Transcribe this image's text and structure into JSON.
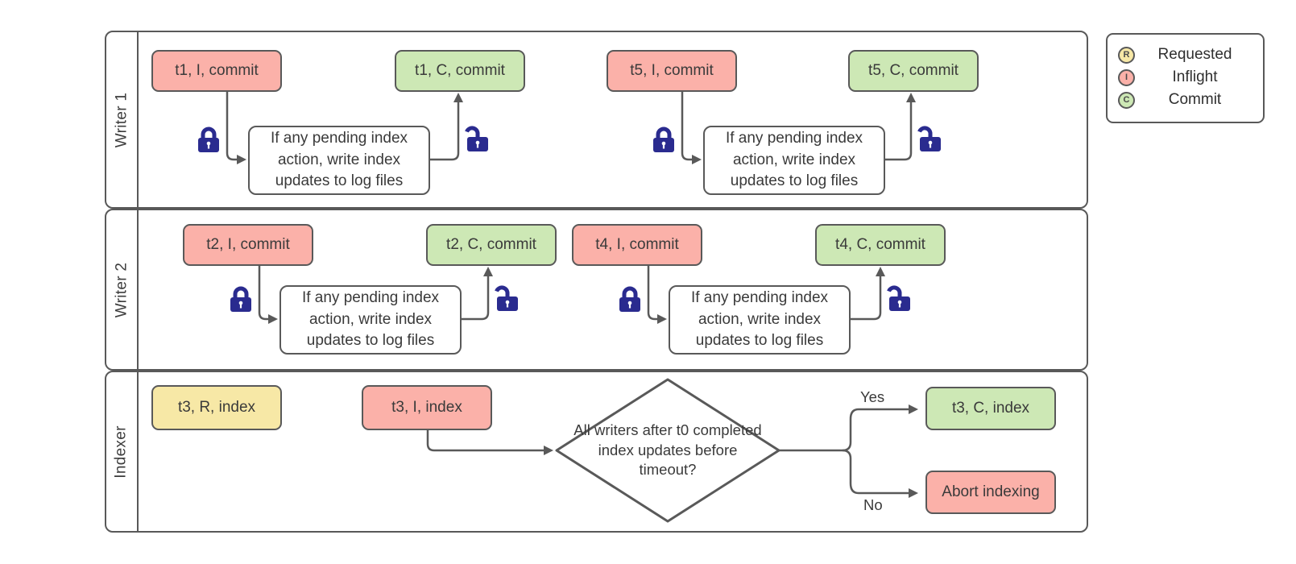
{
  "lanes": [
    {
      "label": "Writer 1",
      "groups": [
        {
          "inflight": "t1, I, commit",
          "process": "If any pending index action, write index updates to log files",
          "commit": "t1, C, commit"
        },
        {
          "inflight": "t5, I, commit",
          "process": "If any pending index action, write index updates to log files",
          "commit": "t5, C, commit"
        }
      ]
    },
    {
      "label": "Writer 2",
      "groups": [
        {
          "inflight": "t2, I, commit",
          "process": "If any pending index action, write index updates to log files",
          "commit": "t2, C, commit"
        },
        {
          "inflight": "t4, I, commit",
          "process": "If any pending index action, write index updates to log files",
          "commit": "t4, C, commit"
        }
      ]
    },
    {
      "label": "Indexer",
      "requested": "t3, R, index",
      "inflight": "t3, I, index",
      "decision": "All writers after t0 completed index updates before timeout?",
      "yes_label": "Yes",
      "no_label": "No",
      "commit": "t3, C, index",
      "abort": "Abort indexing"
    }
  ],
  "legend": {
    "items": [
      {
        "symbol": "R",
        "label": "Requested",
        "color": "#f7e8a6"
      },
      {
        "symbol": "I",
        "label": "Inflight",
        "color": "#fbb1a9"
      },
      {
        "symbol": "C",
        "label": "Commit",
        "color": "#cde8b5"
      }
    ]
  },
  "colors": {
    "requested_fill": "#f7e8a6",
    "inflight_fill": "#fbb1a9",
    "commit_fill": "#cde8b5",
    "stroke_gray": "#595959",
    "lock_blue": "#2a2b8f",
    "text": "#3a3a3a"
  }
}
